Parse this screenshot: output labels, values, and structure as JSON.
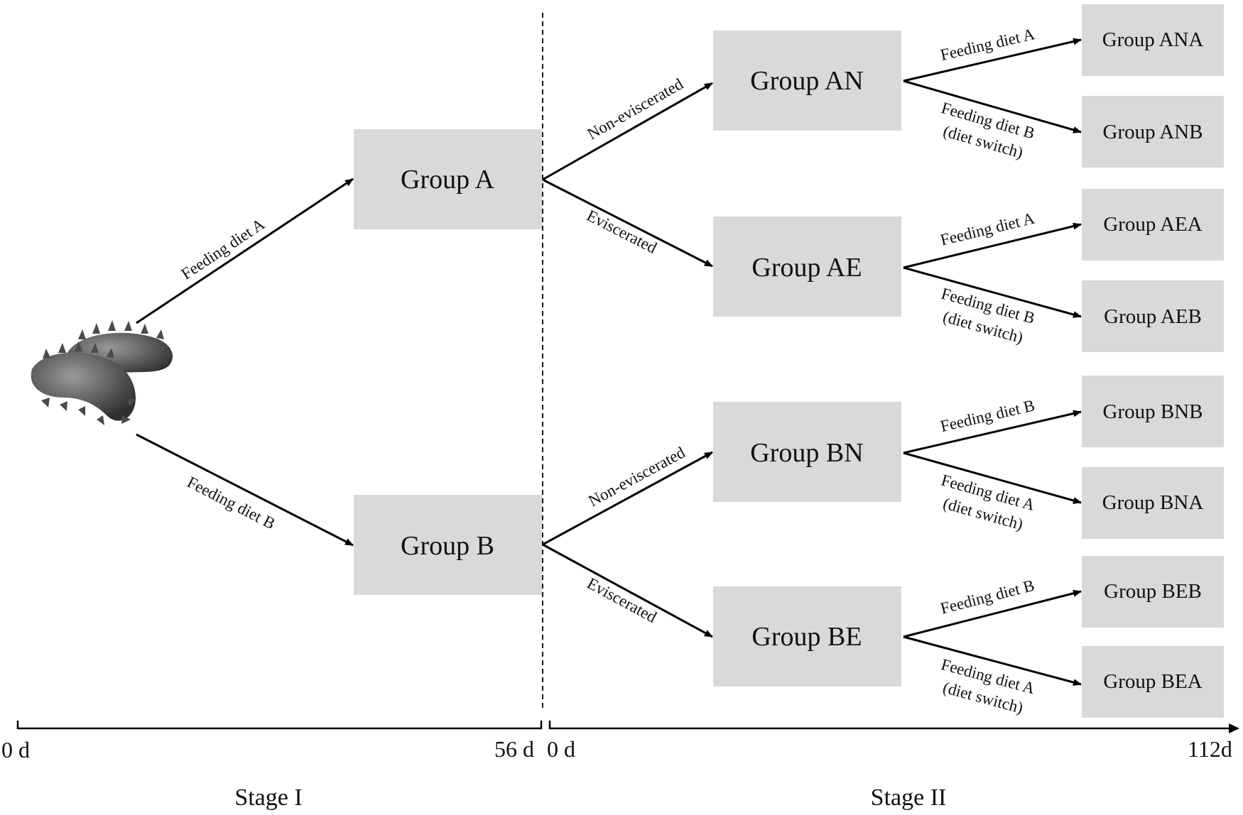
{
  "groups": {
    "a": "Group A",
    "b": "Group B",
    "an": "Group AN",
    "ae": "Group AE",
    "bn": "Group BN",
    "be": "Group BE",
    "ana": "Group ANA",
    "anb": "Group ANB",
    "aea": "Group AEA",
    "aeb": "Group AEB",
    "bnb": "Group BNB",
    "bna": "Group BNA",
    "beb": "Group BEB",
    "bea": "Group BEA"
  },
  "edges": {
    "diet_a": "Feeding diet A",
    "diet_b": "Feeding diet B",
    "non_eviscerated": "Non-eviscerated",
    "eviscerated": "Eviscerated",
    "diet_switch": "(diet switch)"
  },
  "axis": {
    "stage1_start": "0 d",
    "stage1_end": "56 d",
    "stage2_start": "0 d",
    "stage2_end": "112d",
    "stage1_label": "Stage I",
    "stage2_label": "Stage II"
  },
  "icons": {
    "organism": "sea-cucumber-icon"
  }
}
